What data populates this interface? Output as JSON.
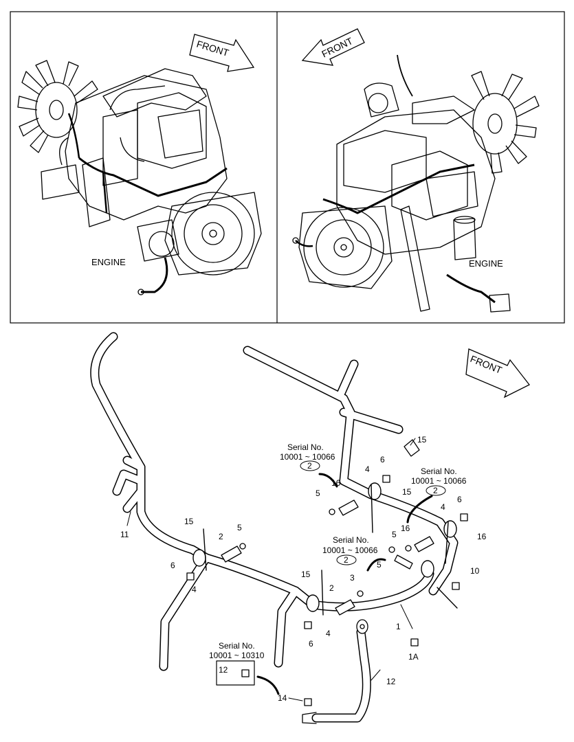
{
  "top_left_panel": {
    "front_label": "FRONT",
    "engine_label": "ENGINE"
  },
  "top_right_panel": {
    "front_label": "FRONT",
    "engine_label": "ENGINE"
  },
  "bottom_panel": {
    "front_label": "FRONT",
    "serial_blocks": [
      {
        "title": "Serial No.",
        "range": "10001 ~ 10066",
        "ref": "2"
      },
      {
        "title": "Serial No.",
        "range": "10001 ~ 10066",
        "ref": "2"
      },
      {
        "title": "Serial No.",
        "range": "10001 ~ 10066",
        "ref": "2"
      },
      {
        "title": "Serial No.",
        "range": "10001 ~ 10310",
        "ref": "12"
      }
    ],
    "callouts": [
      "1",
      "1A",
      "2",
      "2",
      "3",
      "4",
      "4",
      "4",
      "4",
      "5",
      "5",
      "5",
      "5",
      "6",
      "6",
      "6",
      "6",
      "10",
      "11",
      "12",
      "14",
      "15",
      "15",
      "15",
      "15",
      "16",
      "16",
      "16"
    ]
  }
}
